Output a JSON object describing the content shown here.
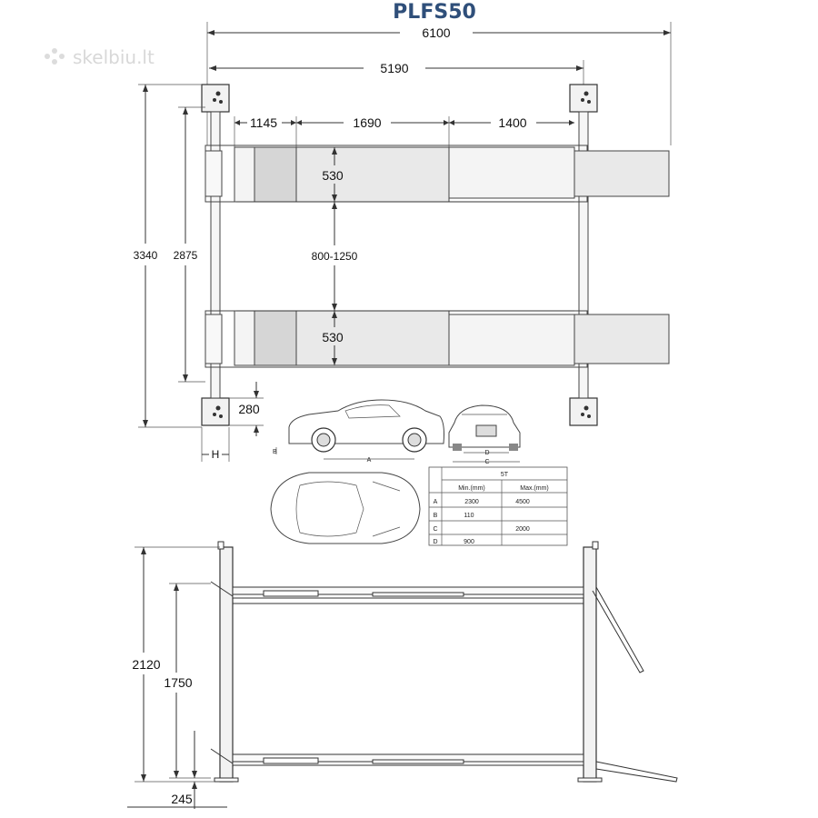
{
  "title": "PLFS50",
  "watermark": "skelbiu.lt",
  "top_view": {
    "dim_total_length": "6100",
    "dim_post_spacing": "5190",
    "dim_segment_1": "1145",
    "dim_segment_2": "1690",
    "dim_segment_3": "1400",
    "dim_track_width_upper": "530",
    "dim_track_width_lower": "530",
    "dim_track_gap": "800-1250",
    "dim_total_width": "3340",
    "dim_inner_width": "2875",
    "dim_post_offset": "280",
    "dim_post_foot": "H"
  },
  "side_view": {
    "dim_total_height": "2120",
    "dim_lift_height": "1750",
    "dim_min_height": "245"
  },
  "spec_table": {
    "title": "5T",
    "headers": [
      "",
      "Min.(mm)",
      "Max.(mm)"
    ],
    "rows": [
      {
        "key": "A",
        "min": "2300",
        "max": "4500"
      },
      {
        "key": "B",
        "min": "110",
        "max": ""
      },
      {
        "key": "C",
        "min": "",
        "max": "2000"
      },
      {
        "key": "D",
        "min": "900",
        "max": ""
      }
    ]
  },
  "car_labels": {
    "side_a": "A",
    "side_b": "B",
    "front_d": "D",
    "front_c": "C"
  }
}
